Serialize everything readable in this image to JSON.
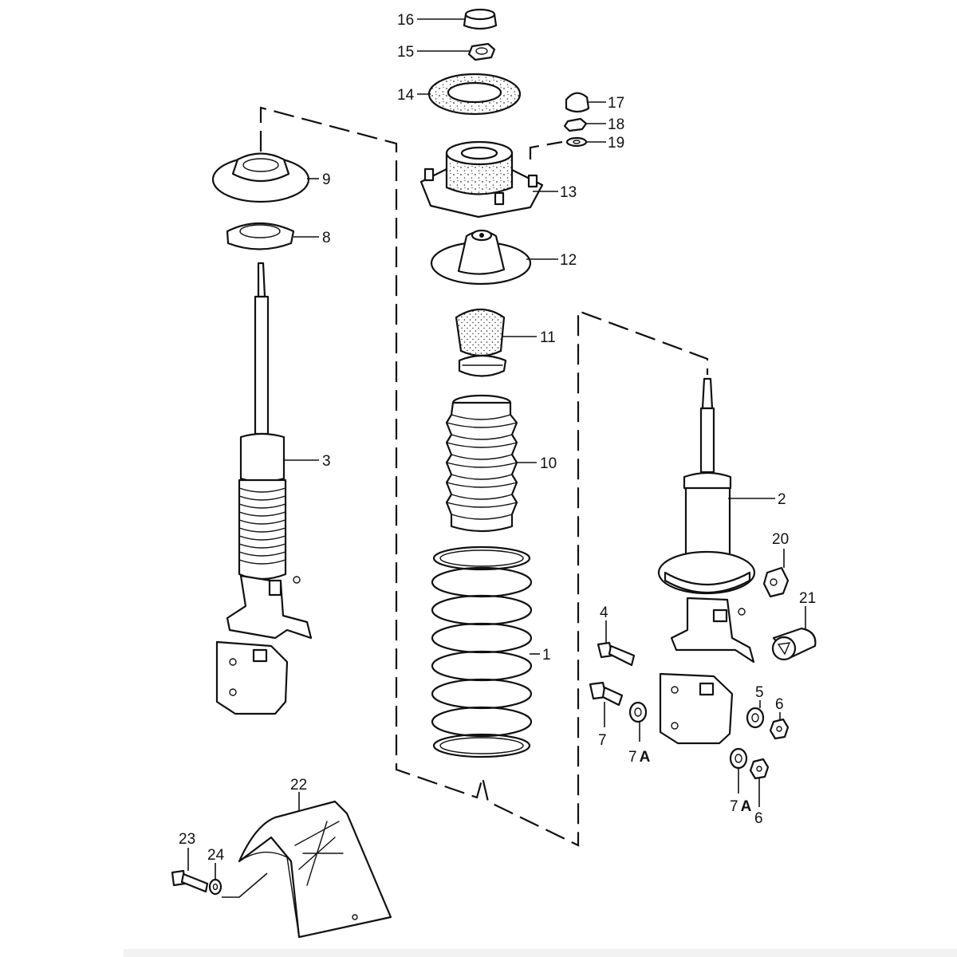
{
  "labels": {
    "l1": "1",
    "l2": "2",
    "l3": "3",
    "l4": "4",
    "l5": "5",
    "l6a": "6",
    "l6b": "6",
    "l7": "7",
    "l7a1_num": "7",
    "l7a1_suffix": "A",
    "l7a2_num": "7",
    "l7a2_suffix": "A",
    "l8": "8",
    "l9": "9",
    "l10": "10",
    "l11": "11",
    "l12": "12",
    "l13": "13",
    "l14": "14",
    "l15": "15",
    "l16": "16",
    "l17": "17",
    "l18": "18",
    "l19": "19",
    "l20": "20",
    "l21": "21",
    "l22": "22",
    "l23": "23",
    "l24": "24"
  },
  "colors": {
    "ink": "#111111",
    "paper": "#ffffff",
    "footer": "#f2f2f2"
  }
}
